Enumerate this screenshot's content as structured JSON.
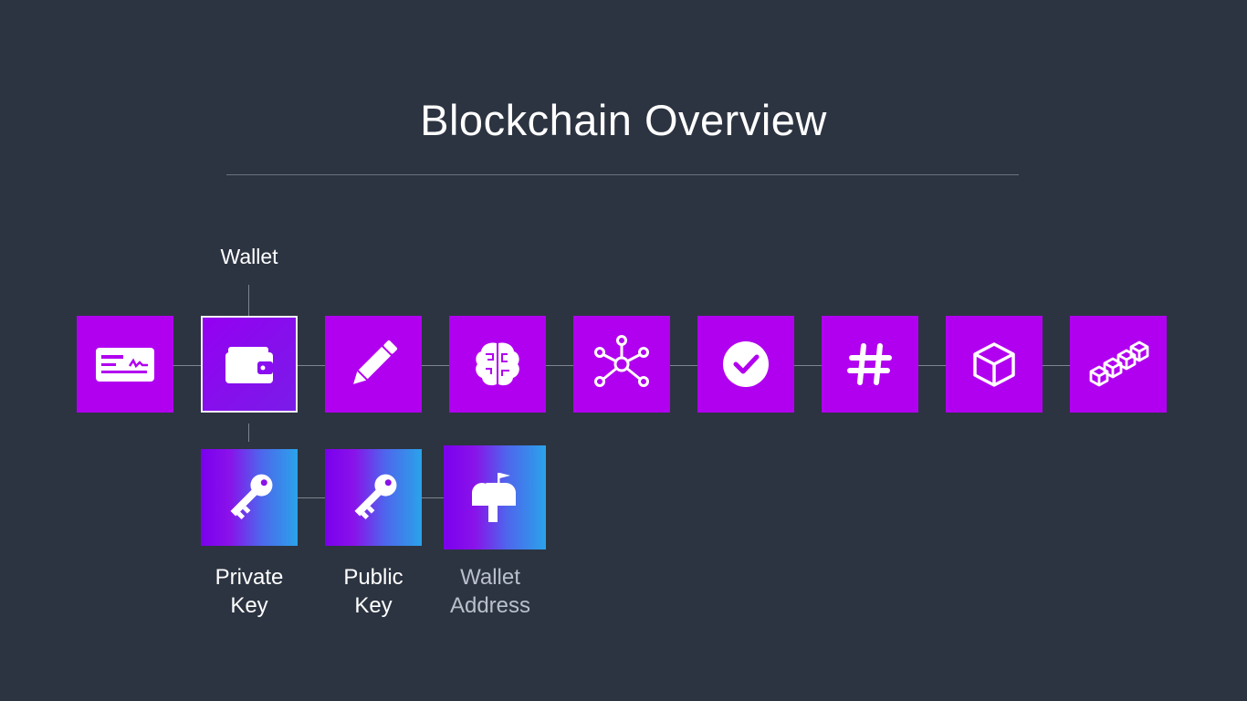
{
  "title": "Blockchain Overview",
  "wallet_label": "Wallet",
  "colors": {
    "background": "#2c3441",
    "tile": "#b100f0",
    "gradient_start": "#7a00ee",
    "gradient_end": "#2aa3ea"
  },
  "top_row": [
    {
      "icon": "check-document-icon"
    },
    {
      "icon": "wallet-icon",
      "selected": true
    },
    {
      "icon": "pencil-icon"
    },
    {
      "icon": "brain-icon"
    },
    {
      "icon": "network-icon"
    },
    {
      "icon": "check-circle-icon"
    },
    {
      "icon": "hash-icon"
    },
    {
      "icon": "cube-icon"
    },
    {
      "icon": "cubes-chain-icon"
    }
  ],
  "sub_items": [
    {
      "icon": "key-icon",
      "label_line1": "Private",
      "label_line2": "Key"
    },
    {
      "icon": "key-icon",
      "label_line1": "Public",
      "label_line2": "Key"
    },
    {
      "icon": "mailbox-icon",
      "label_line1": "Wallet",
      "label_line2": "Address"
    }
  ]
}
